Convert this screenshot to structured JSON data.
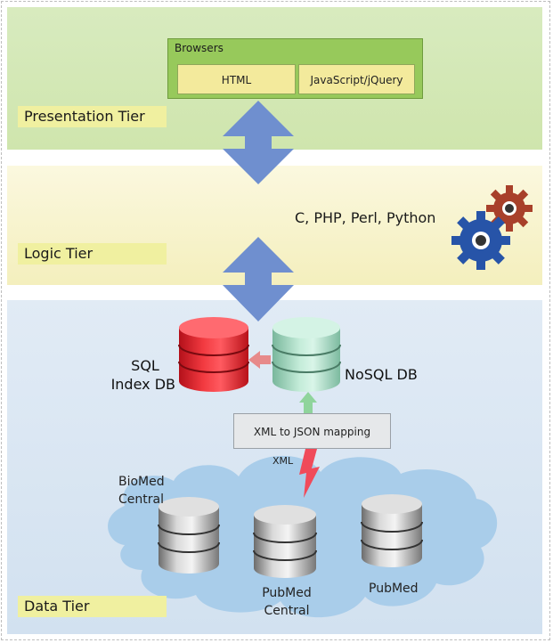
{
  "tiers": {
    "presentation": "Presentation Tier",
    "logic": "Logic Tier",
    "data": "Data Tier"
  },
  "presentation": {
    "browsers_title": "Browsers",
    "technologies": [
      "HTML",
      "JavaScript/jQuery"
    ]
  },
  "logic": {
    "languages": "C, PHP, Perl, Python"
  },
  "data": {
    "sql_label_line1": "SQL",
    "sql_label_line2": "Index DB",
    "nosql_label": "NoSQL DB",
    "mapping_label": "XML to JSON mapping",
    "xml_label": "XML",
    "sources": {
      "biomed_line1": "BioMed",
      "biomed_line2": "Central",
      "pubmed_central_line1": "PubMed",
      "pubmed_central_line2": "Central",
      "pubmed": "PubMed"
    }
  },
  "colors": {
    "presentation_band": "#d8ebbf",
    "logic_band": "#f7f3cc",
    "data_band": "#dbe7f3",
    "tier_label_bg": "#f0f0a0",
    "arrow_blue": "#6f8fcf",
    "sql_db_red": "#e8202a",
    "nosql_db_green": "#a9dcc7",
    "cloud_blue": "#a9cdea",
    "gear_red": "#a8402a",
    "gear_blue": "#2754a8",
    "lightning_red": "#f04a5a"
  },
  "icons": [
    "gear-icon",
    "lightning-icon",
    "database-icon",
    "cloud-icon",
    "double-arrow-icon"
  ]
}
